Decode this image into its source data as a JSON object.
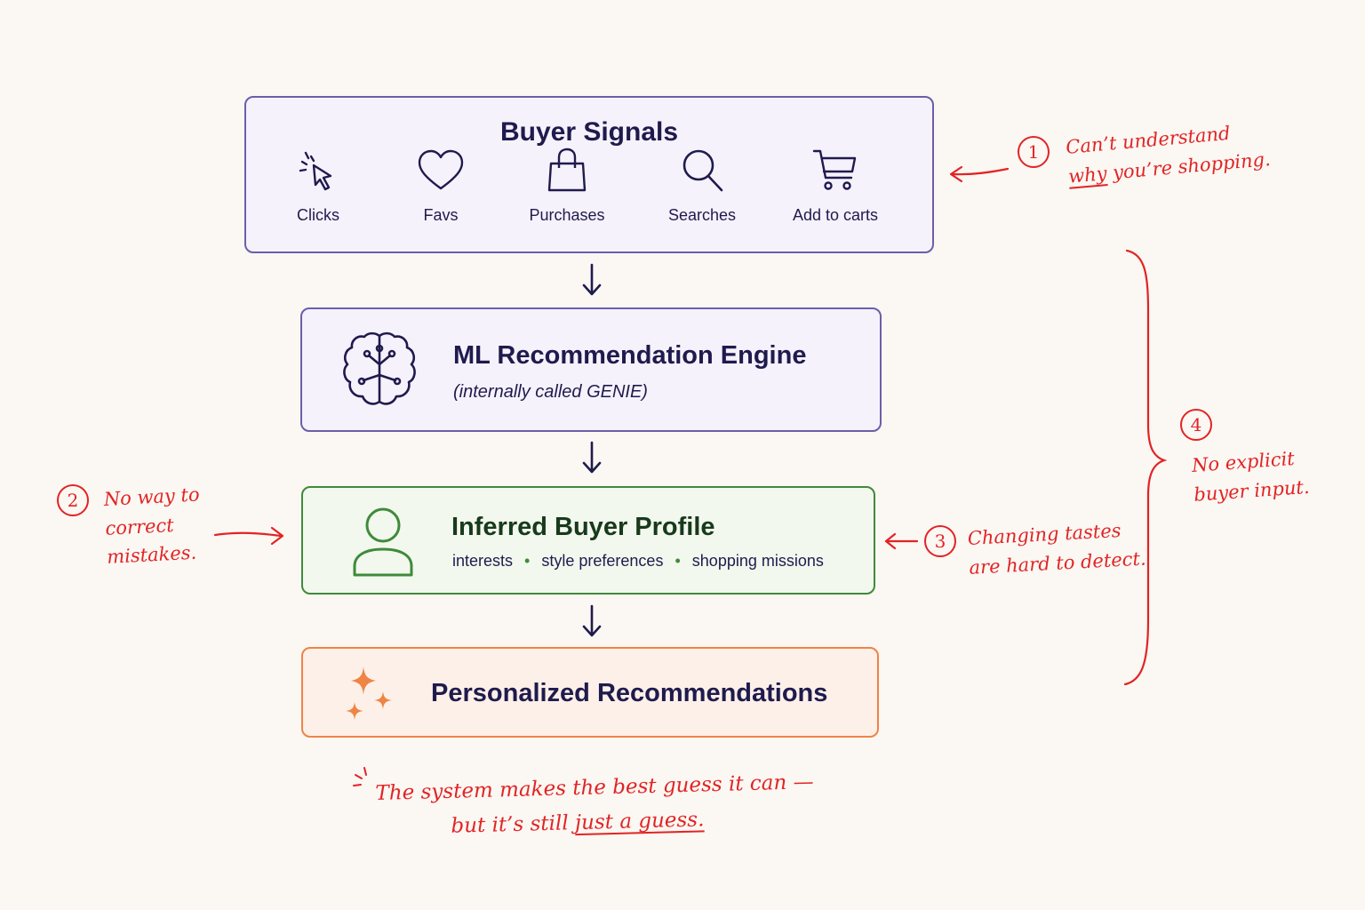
{
  "signals": {
    "title": "Buyer Signals",
    "items": [
      {
        "label": "Clicks",
        "icon": "cursor-click-icon"
      },
      {
        "label": "Favs",
        "icon": "heart-icon"
      },
      {
        "label": "Purchases",
        "icon": "shopping-bag-icon"
      },
      {
        "label": "Searches",
        "icon": "magnifier-icon"
      },
      {
        "label": "Add to carts",
        "icon": "cart-icon"
      }
    ]
  },
  "engine": {
    "title": "ML Recommendation Engine",
    "subtitle": "(internally called GENIE)",
    "icon": "brain-icon"
  },
  "profile": {
    "title": "Inferred Buyer Profile",
    "tags": [
      "interests",
      "style preferences",
      "shopping missions"
    ],
    "icon": "person-icon"
  },
  "recs": {
    "title": "Personalized Recommendations",
    "icon": "sparkles-icon"
  },
  "annotations": {
    "n1": {
      "number": "1",
      "line1": "Can’t understand",
      "line2a": "why",
      "line2b": " you’re shopping."
    },
    "n2": {
      "number": "2",
      "line1": "No way to",
      "line2": "correct",
      "line3": "mistakes."
    },
    "n3": {
      "number": "3",
      "line1": "Changing tastes",
      "line2": "are hard to detect."
    },
    "n4": {
      "number": "4",
      "line1": "No explicit",
      "line2": "buyer input."
    },
    "footer": {
      "line1": "The system makes the best guess it can —",
      "line2a": "but it’s still ",
      "line2b": "just a guess."
    }
  },
  "colors": {
    "navy": "#1f1b4d",
    "purple_border": "#6a5fa8",
    "green": "#3f8a3a",
    "orange": "#ee8446",
    "annotation_red": "#e12424"
  }
}
